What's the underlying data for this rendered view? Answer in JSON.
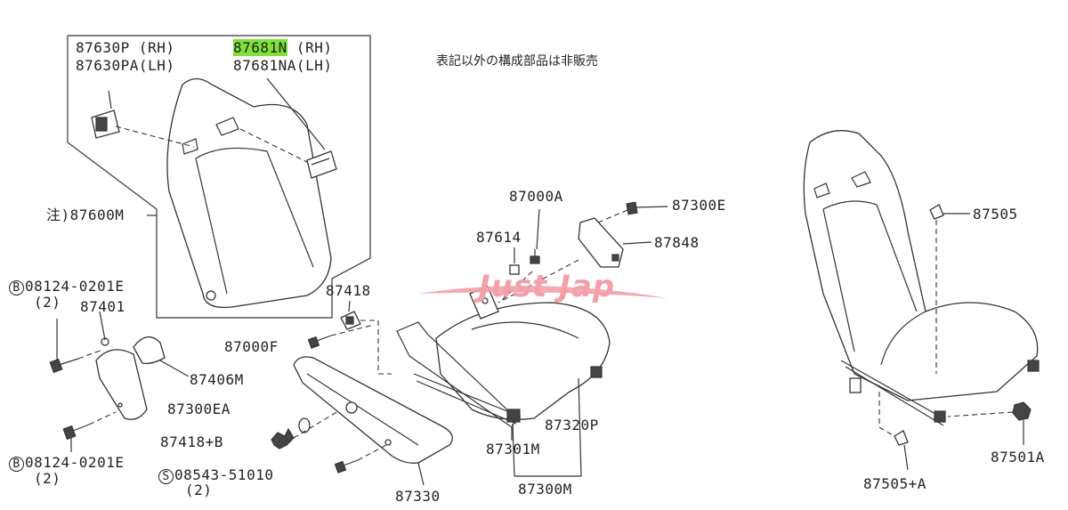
{
  "note": "表記以外の構成部品は非販売",
  "watermark": "Just Jap",
  "labels": {
    "p87630p": "87630P (RH)",
    "p87630pa": "87630PA(LH)",
    "p87681n_num": "87681N",
    "p87681n_tail": " (RH)",
    "p87681na": "87681NA(LH)",
    "p87600m": "注)87600M",
    "b08124_top": "08124-0201E",
    "b08124_top_qty": "(2)",
    "p87401": "87401",
    "p87406m": "87406M",
    "b08124_bot": "08124-0201E",
    "b08124_bot_qty": "(2)",
    "p87418": "87418",
    "p87000f": "87000F",
    "p87300ea": "87300EA",
    "p87418b": "87418+B",
    "s08543": "08543-51010",
    "s08543_qty": "(2)",
    "p87330": "87330",
    "p87000a": "87000A",
    "p87614": "87614",
    "p87300e": "87300E",
    "p87848": "87848",
    "p87320p": "87320P",
    "p87301m": "87301M",
    "p87300m": "87300M",
    "p87505": "87505",
    "p87501a": "87501A",
    "p87505a": "87505+A",
    "circle_b": "B",
    "circle_s": "S"
  }
}
